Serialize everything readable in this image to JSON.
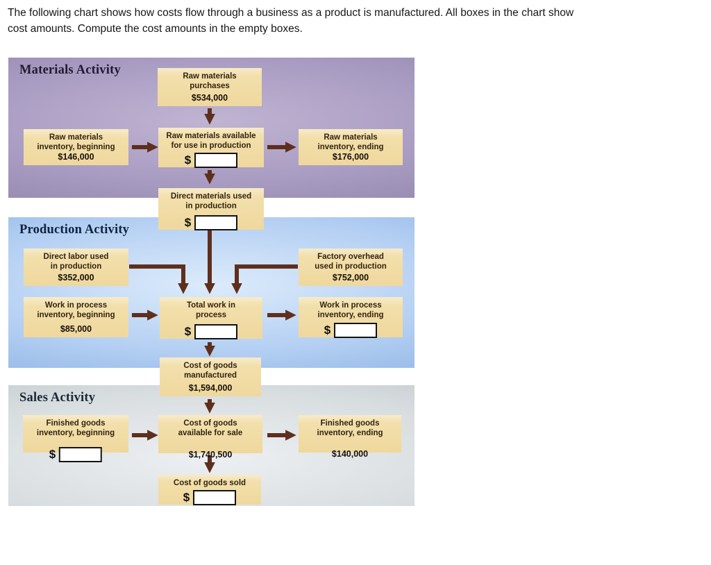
{
  "problem": {
    "lines": [
      "The following chart shows how costs flow through a business as a product is manufactured. All boxes in the chart show",
      "cost amounts. Compute the cost amounts in the empty boxes."
    ]
  },
  "sections": {
    "materials": {
      "title": "Materials Activity"
    },
    "production": {
      "title": "Production Activity"
    },
    "sales": {
      "title": "Sales Activity"
    }
  },
  "boxes": {
    "raw_materials_purchases": {
      "line1": "Raw materials",
      "line2": "purchases",
      "amount": "$534,000"
    },
    "raw_materials_inventory_beginning": {
      "line1": "Raw materials",
      "line2": "inventory, beginning",
      "amount": "$146,000"
    },
    "raw_materials_available": {
      "line1": "Raw materials available",
      "line2": "for use in production",
      "currency": "$"
    },
    "raw_materials_inventory_ending": {
      "line1": "Raw materials",
      "line2": "inventory, ending",
      "amount": "$176,000"
    },
    "direct_materials_used": {
      "line1": "Direct materials used",
      "line2": "in production",
      "currency": "$"
    },
    "direct_labor_used": {
      "line1": "Direct labor used",
      "line2": "in production",
      "amount": "$352,000"
    },
    "factory_overhead_used": {
      "line1": "Factory overhead",
      "line2": "used in production",
      "amount": "$752,000"
    },
    "work_in_process_beginning": {
      "line1": "Work in process",
      "line2": "inventory, beginning",
      "amount": "$85,000"
    },
    "total_work_in_process": {
      "line1": "Total work in",
      "line2": "process",
      "currency": "$"
    },
    "work_in_process_ending": {
      "line1": "Work in process",
      "line2": "inventory, ending",
      "currency": "$"
    },
    "cost_of_goods_manufactured": {
      "line1": "Cost of goods",
      "line2": "manufactured",
      "amount": "$1,594,000"
    },
    "finished_goods_beginning": {
      "line1": "Finished goods",
      "line2": "inventory, beginning",
      "currency": "$"
    },
    "cost_of_goods_available": {
      "line1": "Cost of goods",
      "line2": "available for sale",
      "amount": "$1,740,500"
    },
    "finished_goods_ending": {
      "line1": "Finished goods",
      "line2": "inventory, ending",
      "amount": "$140,000"
    },
    "cost_of_goods_sold": {
      "line1": "Cost of goods sold",
      "currency": "$"
    }
  },
  "colors": {
    "materials_bg_center": "#c0b4d2",
    "materials_bg_edge": "#8d7ea6",
    "production_bg_center": "#dcebfb",
    "production_bg_edge": "#7fa6da",
    "sales_bg_center": "#edf0f2",
    "sales_bg_edge": "#b2bac0",
    "box_fill": "#f0d9a1",
    "box_text": "#33240f",
    "arrow": "#5e2f1d",
    "blank_border": "#131313"
  }
}
